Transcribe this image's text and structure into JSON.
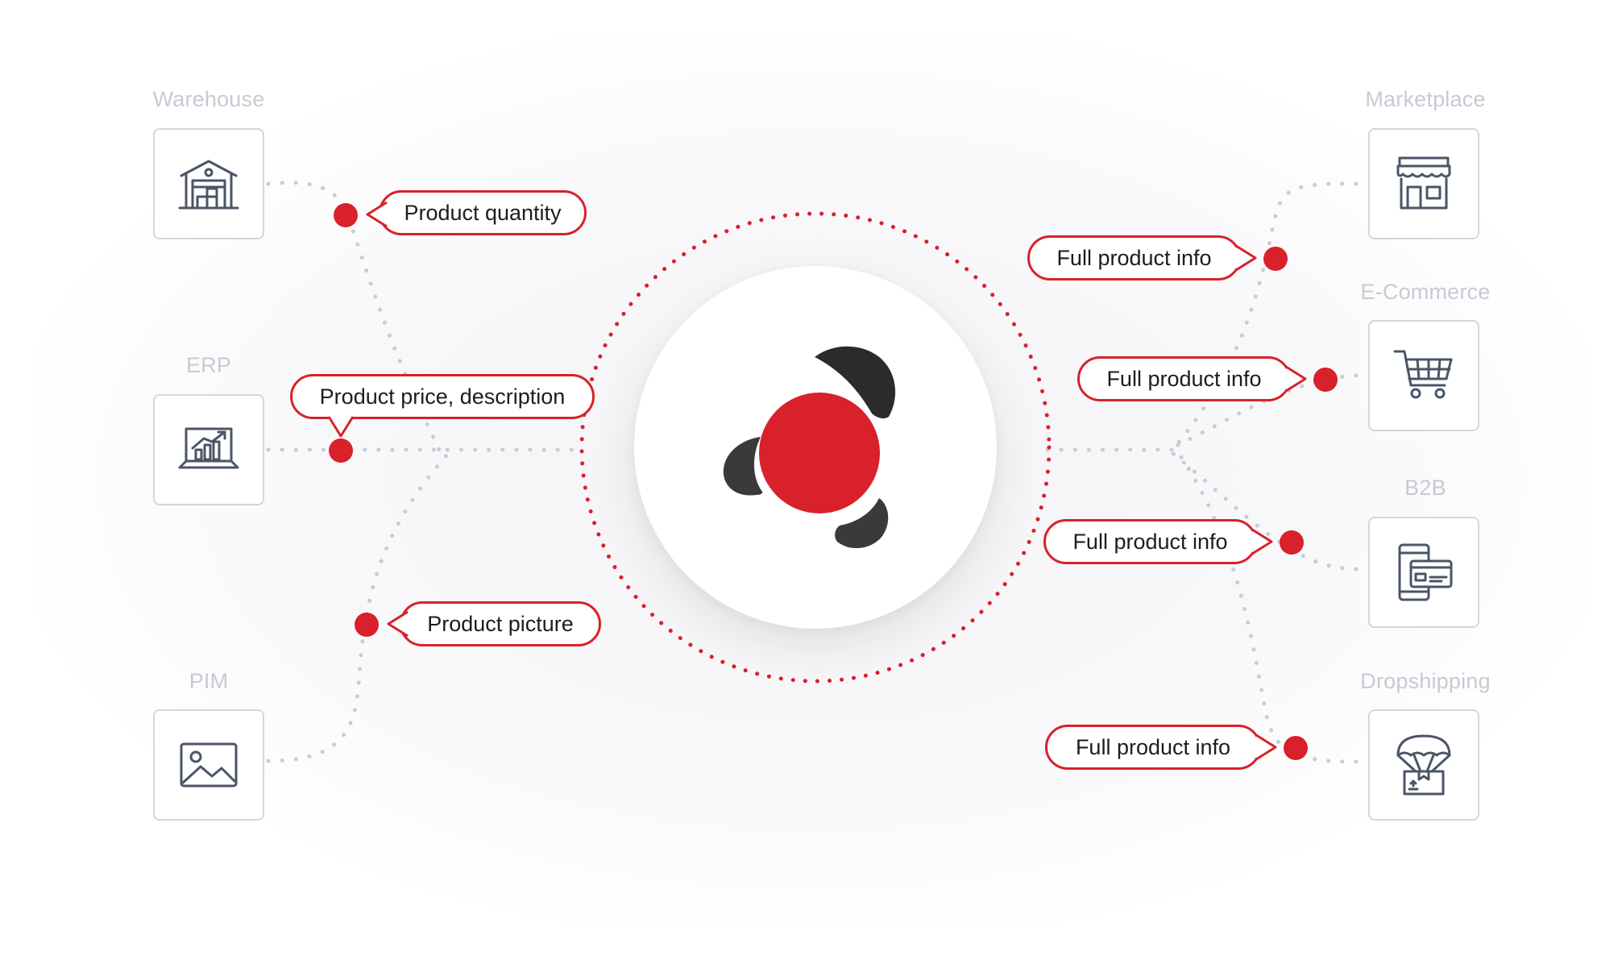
{
  "nodes": {
    "warehouse": {
      "label": "Warehouse",
      "icon": "warehouse-icon"
    },
    "erp": {
      "label": "ERP",
      "icon": "analytics-laptop-icon"
    },
    "pim": {
      "label": "PIM",
      "icon": "image-icon"
    },
    "marketplace": {
      "label": "Marketplace",
      "icon": "storefront-icon"
    },
    "ecommerce": {
      "label": "E-Commerce",
      "icon": "shopping-cart-icon"
    },
    "b2b": {
      "label": "B2B",
      "icon": "mobile-payment-card-icon"
    },
    "dropshipping": {
      "label": "Dropshipping",
      "icon": "parachute-package-icon"
    }
  },
  "flows": {
    "warehouse": "Product quantity",
    "erp": "Product price, description",
    "pim": "Product picture",
    "marketplace": "Full product info",
    "ecommerce": "Full product info",
    "b2b": "Full product info",
    "dropshipping": "Full product info"
  },
  "hub": {
    "icon": "platform-logo"
  },
  "colors": {
    "accent": "#d8212a",
    "node_border": "#d3d6dd",
    "label": "#c7cad3",
    "connector": "#c9ccd3",
    "icon_stroke": "#4a5566",
    "logo_dark": "#2b2b2d"
  }
}
